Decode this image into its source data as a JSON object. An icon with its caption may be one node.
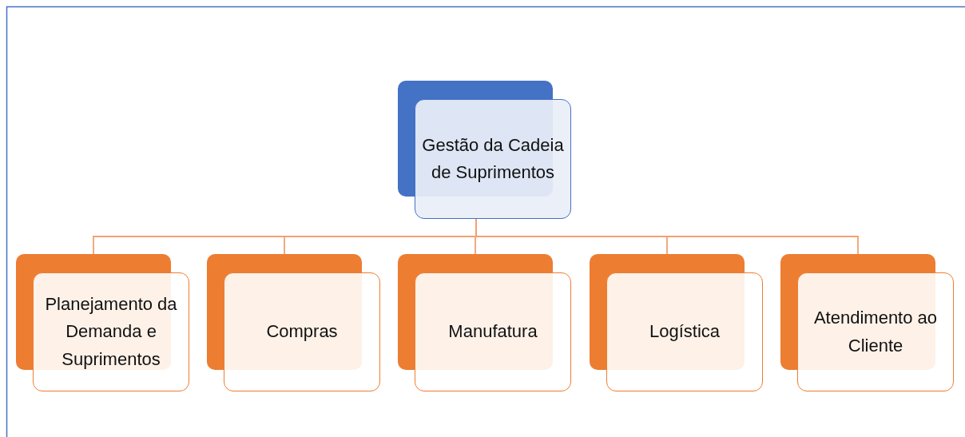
{
  "diagram": {
    "nodes": [
      {
        "text": [
          "Gestão da Cadeia de Suprimentos"
        ]
      },
      {
        "text": [
          "Planejamento da Demanda e Suprimentos"
        ]
      },
      {
        "text": [
          "Compras"
        ]
      },
      {
        "text": [
          "Manufatura"
        ]
      },
      {
        "text": [
          "Logística"
        ]
      },
      {
        "text": [
          "Atendimento ao Cliente"
        ]
      }
    ],
    "edges": [
      {
        "from": 0,
        "to": 1,
        "arrow": "none"
      },
      {
        "from": 0,
        "to": 2,
        "arrow": "none"
      },
      {
        "from": 0,
        "to": 3,
        "arrow": "none"
      },
      {
        "from": 0,
        "to": 4,
        "arrow": "none"
      },
      {
        "from": 0,
        "to": 5,
        "arrow": "none"
      }
    ]
  }
}
